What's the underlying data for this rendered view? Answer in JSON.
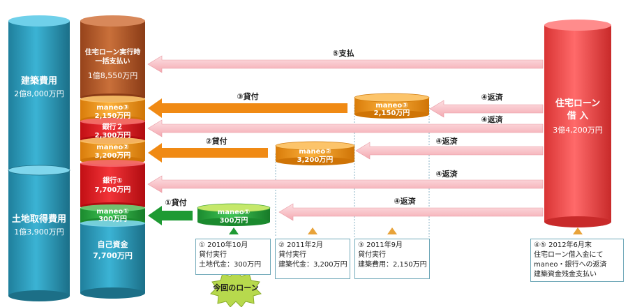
{
  "colors": {
    "blue": "#2a9fc0",
    "brown": "#b85a28",
    "orange": "#f39a1e",
    "red": "#e6191e",
    "green": "#29a83c",
    "lightgreen": "#b7d94d",
    "pink_arrow": "#f7c3c8",
    "orange_arrow": "#f08a14",
    "green_arrow": "#1e9a33",
    "loan_red": "#f04646"
  },
  "left_column": {
    "top_label": "建築費用",
    "top_value": "2億8,000万円",
    "bottom_label": "土地取得費用",
    "bottom_value": "1億3,900万円"
  },
  "stack": {
    "seg1_line1": "住宅ローン実行時",
    "seg1_line2": "一括支払い",
    "seg1_value": "1億8,550万円",
    "seg2_label": "maneo③",
    "seg2_value": "2,150万円",
    "seg3_label": "銀行２",
    "seg3_value": "2,300万円",
    "seg4_label": "maneo②",
    "seg4_value": "3,200万円",
    "seg5_label": "銀行①",
    "seg5_value": "7,700万円",
    "seg6_label": "maneo①",
    "seg6_value": "300万円",
    "seg7_label": "自己資金",
    "seg7_value": "7,700万円"
  },
  "loan": {
    "line1": "住宅ローン",
    "line2": "借 入",
    "value": "3億4,200万円"
  },
  "arrows": {
    "payment": "⑤支払",
    "loan3": "③貸付",
    "loan2": "②貸付",
    "loan1": "①貸付",
    "repay": "④返済"
  },
  "drums": {
    "d3_label": "maneo③",
    "d3_value": "2,150万円",
    "d2_label": "maneo②",
    "d2_value": "3,200万円",
    "d1_label": "maneo①",
    "d1_value": "300万円"
  },
  "notes": {
    "n1_l1": "① 2010年10月",
    "n1_l2": "貸付実行",
    "n1_l3": "土地代金：300万円",
    "n2_l1": "② 2011年2月",
    "n2_l2": "貸付実行",
    "n2_l3": "建築代金：3,200万円",
    "n3_l1": "③ 2011年9月",
    "n3_l2": "貸付実行",
    "n3_l3": "建築費用：2,150万円",
    "n4_l1": "④⑤ 2012年6月末",
    "n4_l2": "住宅ローン借入金にて",
    "n4_l3": "maneo・銀行への返済",
    "n4_l4": "建築資金残金支払い"
  },
  "badge": "今回のローン"
}
